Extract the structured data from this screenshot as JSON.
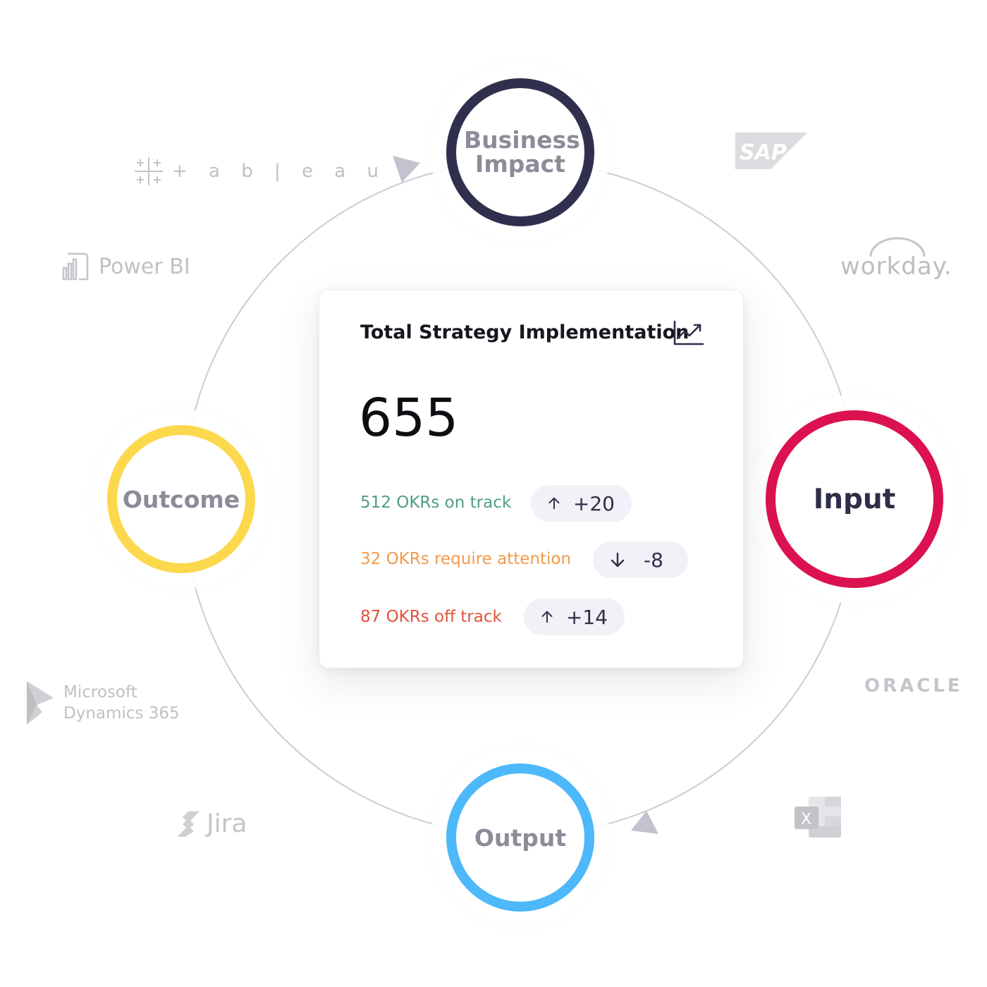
{
  "cycle": {
    "nodes": [
      {
        "label": "Business Impact",
        "color": "#30304e"
      },
      {
        "label": "Input",
        "color": "#dc1250"
      },
      {
        "label": "Output",
        "color": "#4db8fa"
      },
      {
        "label": "Outcome",
        "color": "#fcd84c"
      }
    ]
  },
  "card": {
    "title": "Total Strategy Implementation",
    "icon": "trend-chart-icon",
    "total": "655",
    "stats": [
      {
        "label": "512 OKRs on track",
        "delta": "+20",
        "direction": "up",
        "color": "#4f9e86"
      },
      {
        "label": "32 OKRs require attention",
        "delta": "-8",
        "direction": "down",
        "color": "#f2994a"
      },
      {
        "label": "87 OKRs off track",
        "delta": "+14",
        "direction": "up",
        "color": "#e0533d"
      }
    ]
  },
  "integrations": {
    "tableau": "+ a b | e a u",
    "powerbi": "Power BI",
    "sap": "SAP",
    "workday": "workday.",
    "oracle": "ORACLE",
    "dynamics_line1": "Microsoft",
    "dynamics_line2": "Dynamics 365",
    "jira": "Jira",
    "excel": "X"
  }
}
